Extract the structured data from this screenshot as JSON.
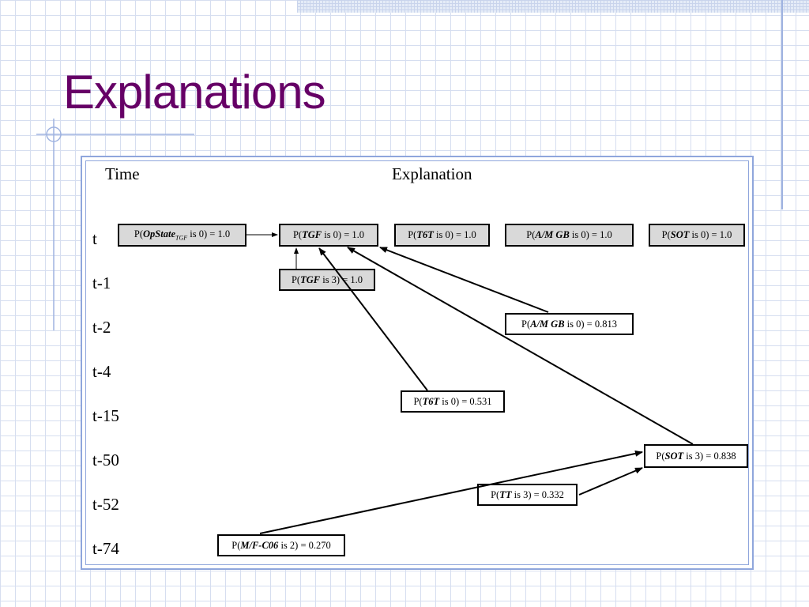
{
  "slide": {
    "title": "Explanations"
  },
  "table": {
    "header_time": "Time",
    "header_explanation": "Explanation",
    "time_labels": [
      "t",
      "t-1",
      "t-2",
      "t-4",
      "t-15",
      "t-50",
      "t-52",
      "t-74"
    ]
  },
  "nodes": {
    "opstate": {
      "pre": "P(",
      "var": "OpState",
      "sub": "TGF",
      "post": " is 0) = 1.0"
    },
    "tgf0": {
      "pre": "P(",
      "var": "TGF",
      "post": "  is 0) = 1.0"
    },
    "t6t0": {
      "pre": "P(",
      "var": "T6T",
      "post": " is 0) = 1.0"
    },
    "amgb0": {
      "pre": "P(",
      "var": "A/M GB",
      "post": " is 0) = 1.0"
    },
    "sot0": {
      "pre": "P(",
      "var": "SOT",
      "post": " is 0) = 1.0"
    },
    "tgf3": {
      "pre": "P(",
      "var": "TGF",
      "post": " is 3) = 1.0"
    },
    "amgb813": {
      "pre": "P(",
      "var": "A/M GB",
      "post": " is 0) = 0.813"
    },
    "t6t531": {
      "pre": "P(",
      "var": "T6T",
      "post": " is 0) = 0.531"
    },
    "sot838": {
      "pre": "P(",
      "var": "SOT",
      "post": " is 3) = 0.838"
    },
    "tt332": {
      "pre": "P(",
      "var": "TT",
      "post": " is 3) = 0.332"
    },
    "mfc270": {
      "pre": "P(",
      "var": "M/F-C06",
      "post": " is 2) = 0.270"
    }
  }
}
